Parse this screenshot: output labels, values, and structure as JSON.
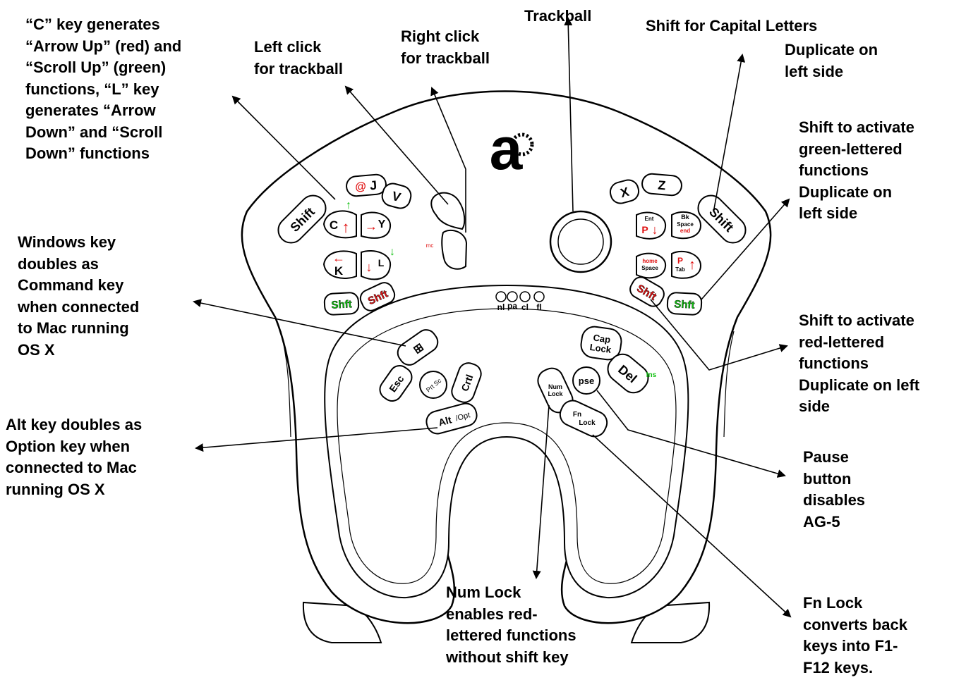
{
  "callouts": {
    "c_key": "“C” key generates\n“Arrow Up” (red) and\n“Scroll Up” (green)\nfunctions, “L” key\ngenerates “Arrow\nDown” and “Scroll\nDown” functions",
    "left_click": "Left click\nfor trackball",
    "right_click": "Right click\nfor trackball",
    "trackball": "Trackball",
    "shift_capital": "Shift for Capital Letters",
    "duplicate_left_1": "Duplicate on\nleft side",
    "shift_green": "Shift to activate\ngreen-lettered\nfunctions\nDuplicate on\nleft side",
    "windows_key": "Windows key\ndoubles as\nCommand key\nwhen connected\nto Mac running\nOS X",
    "shift_red": "Shift to activate\nred-lettered\nfunctions\nDuplicate on left\nside",
    "alt_key": "Alt key doubles as\nOption key when\nconnected to Mac\nrunning OS X",
    "pause": "Pause\nbutton\ndisables\nAG-5",
    "num_lock": "Num Lock\nenables red-\nlettered functions\nwithout shift key",
    "fn_lock": "Fn Lock\nconverts back\nkeys into F1-\nF12 keys."
  },
  "keys": {
    "left_shift": "Shift",
    "at_j": "J",
    "at_symbol": "@",
    "v": "V",
    "c": "C",
    "c_arrow": "↑",
    "y_arrow": "→",
    "y": "Y",
    "k_arrow": "←",
    "k": "K",
    "l_arrow": "↓",
    "l": "L",
    "green_arrow_up": "↑",
    "green_arrow_down": "↓",
    "shft_green": "Shft",
    "shft_red": "Shft",
    "mc": "mc",
    "x": "X",
    "z": "Z",
    "right_shift": "Shift",
    "ent": "Ent",
    "p_down_letter": "P",
    "p_down_arrow": "↓",
    "bk": "Bk",
    "space_bk": "Space",
    "end": "end",
    "home": "home",
    "space": "Space",
    "p_tab_letter": "P",
    "tab": "Tab",
    "p_tab_arrow": "↑",
    "shft_red_right": "Shft",
    "shft_green_right": "Shft",
    "win_glyph": "⊞",
    "esc": "Esc",
    "prt_sc": "Prt Sc",
    "crtl": "Crtl",
    "alt_opt_alt": "Alt",
    "alt_opt_opt": "/Opt",
    "cap_lock": "Cap\nLock",
    "del": "Del",
    "ins": "Ins",
    "num_lock": "Num\nLock",
    "pse": "pse",
    "fn_lock": "Fn\nLock"
  },
  "indicators": [
    "nl",
    "pa",
    "cl",
    "fl"
  ],
  "logo": "a",
  "colors": {
    "red": "#e01010",
    "green": "#10c010",
    "outline": "#000000",
    "shade": "#d8d8d8"
  }
}
